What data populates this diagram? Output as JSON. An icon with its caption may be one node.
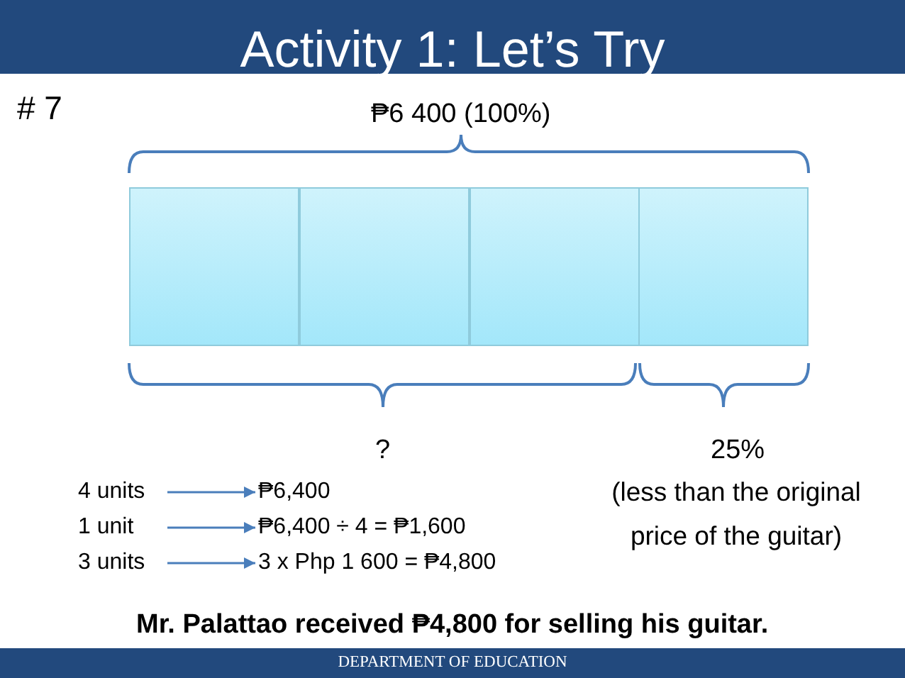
{
  "diagram": {
    "title": "Activity 1: Let’s Try",
    "nodes": [
      {
        "text": [],
        "shape": "box"
      },
      {
        "text": [],
        "shape": "box"
      },
      {
        "text": [],
        "shape": "box"
      },
      {
        "text": [],
        "shape": "box"
      },
      {
        "text": [
          "4 units"
        ]
      },
      {
        "text": [
          "₱6,400"
        ]
      },
      {
        "text": [
          "1 unit"
        ]
      },
      {
        "text": [
          "₱6,400 ÷ 4 = ₱1,600"
        ]
      },
      {
        "text": [
          "3 units"
        ]
      },
      {
        "text": [
          "3 x Php 1 600 = ₱4,800"
        ]
      }
    ],
    "edges": [
      {
        "from": 4,
        "to": 5,
        "arrow": "to"
      },
      {
        "from": 6,
        "to": 7,
        "arrow": "to"
      },
      {
        "from": 8,
        "to": 9,
        "arrow": "to"
      }
    ],
    "labels": [
      "# 7",
      "₱6 400 (100%)",
      "?",
      "25%",
      "(less than the original price of the guitar)",
      "Mr. Palattao received ₱4,800 for selling his guitar.",
      "DEPARTMENT OF EDUCATION"
    ]
  }
}
